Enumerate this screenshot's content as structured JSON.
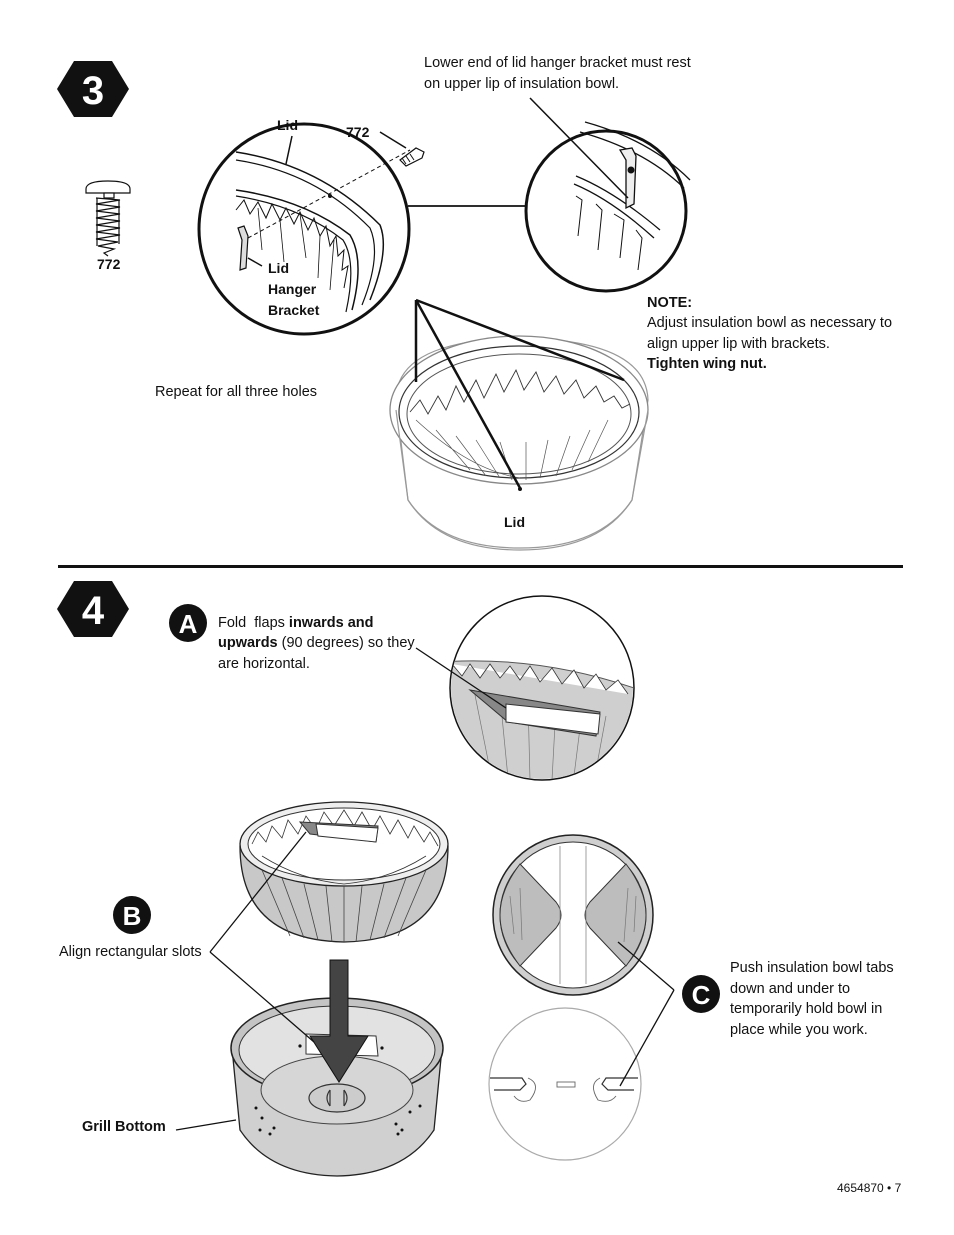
{
  "step3": {
    "number": "3",
    "part_number": "772",
    "callout_lid": "Lid",
    "callout_screw": "772",
    "callout_bracket": [
      "Lid",
      "Hanger",
      "Bracket"
    ],
    "top_note": [
      "Lower end of lid hanger bracket must rest",
      "on upper lip of insulation bowl."
    ],
    "note_title": "NOTE:",
    "note_lines": [
      "Adjust insulation bowl as necessary to",
      "align upper lip with brackets."
    ],
    "note_bold": "Tighten wing nut.",
    "repeat_text": "Repeat for all three holes",
    "lid_label": "Lid"
  },
  "step4": {
    "number": "4",
    "a": {
      "badge": "A",
      "line1_plain": "Fold  flaps ",
      "line1_bold": "inwards and",
      "line2_bold": "upwards",
      "line2_plain": " (90 degrees) so they",
      "line3": "are horizontal."
    },
    "b": {
      "badge": "B",
      "text": "Align rectangular slots",
      "grill_bottom": "Grill Bottom"
    },
    "c": {
      "badge": "C",
      "lines": [
        "Push insulation bowl tabs",
        "down and under to",
        "temporarily hold bowl in",
        "place while you work."
      ]
    }
  },
  "footer": {
    "page": "4654870 • 7"
  }
}
